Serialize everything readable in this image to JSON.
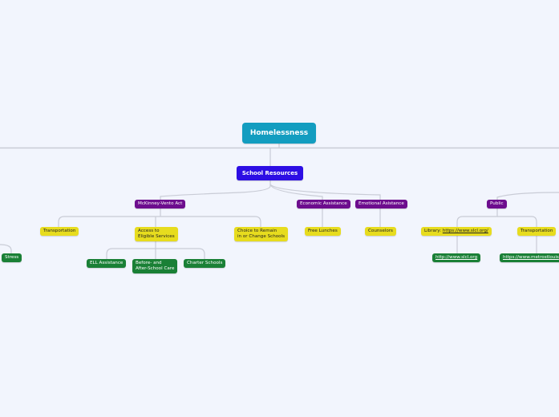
{
  "root": {
    "label": "Homelessness"
  },
  "school": {
    "label": "School Resources"
  },
  "mckinney": {
    "label": "McKinney-Vento Act",
    "children": [
      "Transportation",
      "Access to\nEligible Services",
      "Choice to Remain\nin or Change Schools"
    ]
  },
  "access": {
    "children": [
      "ELL Assistance",
      "Before- and\nAfter-School Care",
      "Charter Schools"
    ]
  },
  "economic": {
    "label": "Economic Assistance",
    "child": "Free Lunches"
  },
  "emotional": {
    "label": "Emotional Asistance",
    "child": "Counselors"
  },
  "public": {
    "label": "Public",
    "library_prefix": "Library: ",
    "library_link": "https://www.slcl.org/",
    "library_child": "http://www.slcl.org",
    "transport": "Transportation",
    "transport_child": "https://www.metrostlouis"
  },
  "left": {
    "stress": "Stress"
  },
  "colors": {
    "root": "#139dc0",
    "main": "#2d0ee4",
    "sub": "#6d0d8e",
    "leaf": "#e7dc1e",
    "detail": "#1a8036"
  }
}
